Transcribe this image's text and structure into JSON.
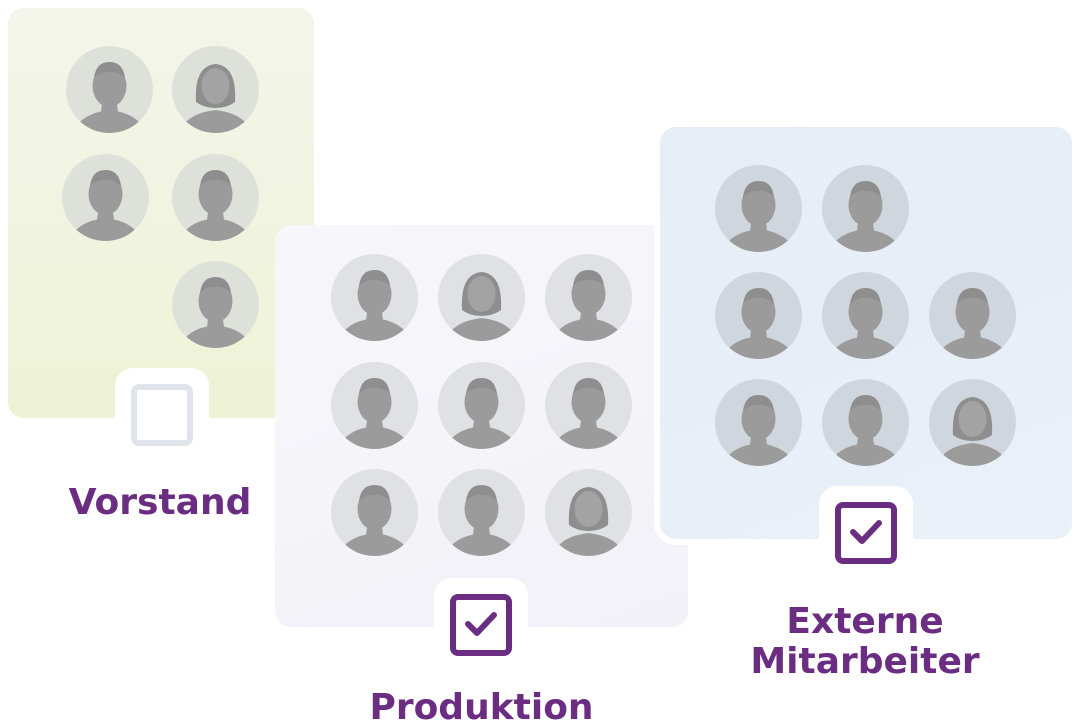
{
  "groups": {
    "vorstand": {
      "label": "Vorstand",
      "checked": false
    },
    "produktion": {
      "label": "Produktion",
      "checked": true
    },
    "externe": {
      "label_line1": "Externe",
      "label_line2": "Mitarbeiter",
      "checked": true
    }
  },
  "colors": {
    "accent": "#6b2d82",
    "checkbox_unchecked_border": "#dfe4ea",
    "avatar_figure": "#9a9a9a"
  },
  "icons": {
    "avatar": "person-silhouette-icon",
    "checked": "checkmark-icon"
  }
}
